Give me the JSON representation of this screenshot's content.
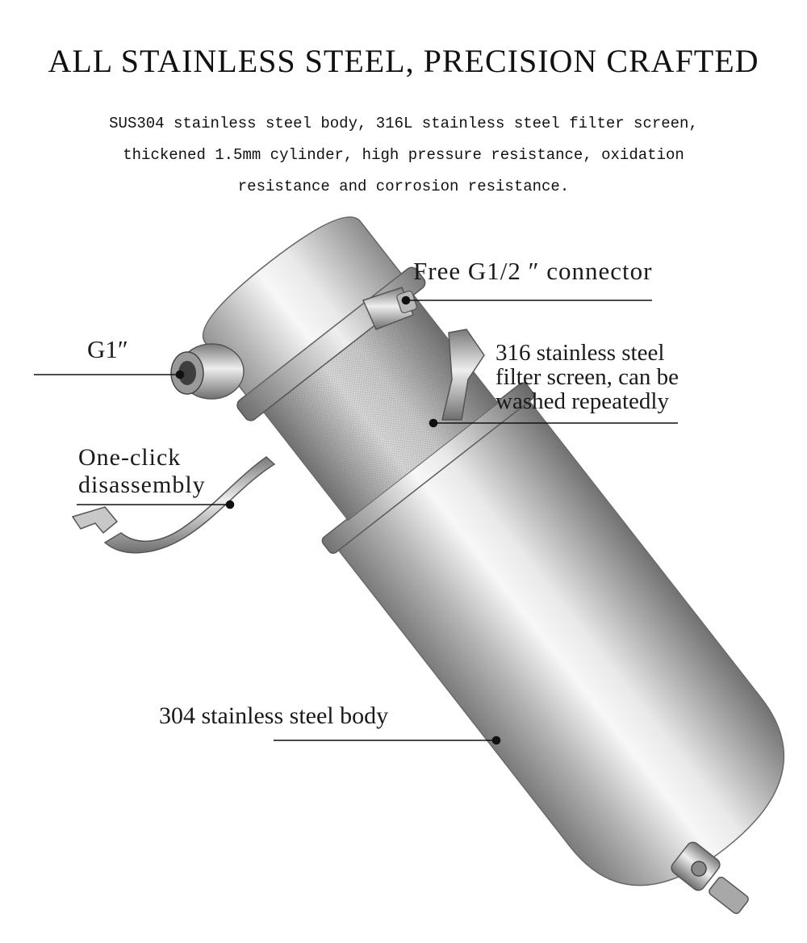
{
  "headline": "ALL STAINLESS STEEL, PRECISION CRAFTED",
  "description": {
    "line1": "SUS304 stainless steel body, 316L stainless steel filter screen,",
    "line2": "thickened 1.5mm cylinder, high pressure resistance, oxidation",
    "line3": "resistance and corrosion resistance."
  },
  "callouts": {
    "connector": "Free G1/2 ″ connector",
    "inlet": "G1″",
    "filter_screen": {
      "line1": "316 stainless steel",
      "line2": "filter screen, can be",
      "line3": "washed repeatedly"
    },
    "disassembly": {
      "line1": "One-click",
      "line2": "disassembly"
    },
    "body": "304 stainless steel body"
  },
  "colors": {
    "background": "#ffffff",
    "text": "#111111",
    "steel_light": "#f2f2f2",
    "steel_mid": "#b8b8b8",
    "steel_dark": "#6e6e6e"
  },
  "icons": {
    "product": "stainless-steel-filter-housing-illustration"
  }
}
